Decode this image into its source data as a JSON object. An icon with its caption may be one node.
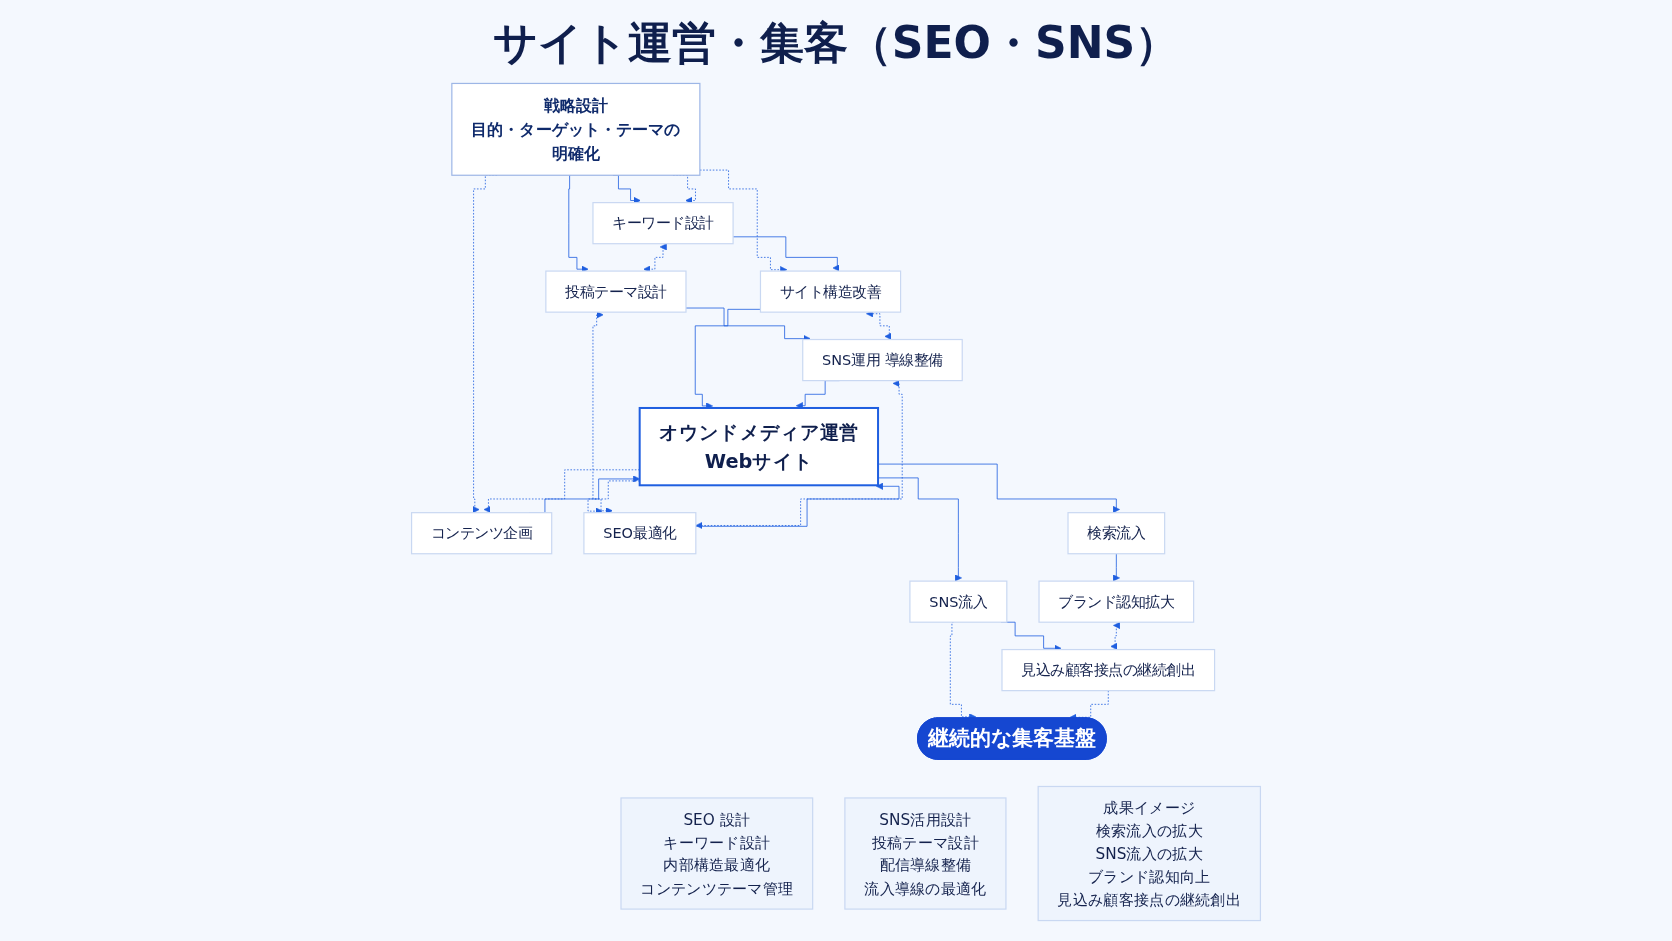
{
  "diagram": {
    "title": "サイト運営・集客（SEO・SNS）",
    "nodes": [
      {
        "text": [
          "戦略設計",
          "目的・ターゲット・テーマの明確化"
        ]
      },
      {
        "text": [
          "コンテンツ企画"
        ]
      },
      {
        "text": [
          "キーワード設計"
        ]
      },
      {
        "text": [
          "サイト構造改善"
        ]
      },
      {
        "text": [
          "投稿テーマ設計"
        ]
      },
      {
        "text": [
          "SNS運用 導線整備"
        ]
      },
      {
        "text": [
          "オウンドメディア運営",
          "Webサイト"
        ]
      },
      {
        "text": [
          "SEO最適化"
        ]
      },
      {
        "text": [
          "検索流入"
        ]
      },
      {
        "text": [
          "ブランド認知拡大"
        ]
      },
      {
        "text": [
          "SNS流入"
        ]
      },
      {
        "text": [
          "見込み顧客接点の継続創出"
        ]
      },
      {
        "text": [
          "継続的な集客基盤"
        ]
      },
      {
        "text": [
          "SEO 設計",
          "キーワード設計",
          "内部構造最適化",
          "コンテンツテーマ管理"
        ]
      },
      {
        "text": [
          "SNS活用設計",
          "投稿テーマ設計",
          "配信導線整備",
          "流入導線の最適化"
        ]
      },
      {
        "text": [
          "成果イメージ",
          "検索流入の拡大",
          "SNS流入の拡大",
          "ブランド認知向上",
          "見込み顧客接点の継続創出"
        ]
      }
    ],
    "edges": [
      {
        "from": 0,
        "to": 2,
        "arrow": "to"
      },
      {
        "from": 0,
        "to": 4,
        "arrow": "to"
      },
      {
        "from": 0,
        "to": 1,
        "arrow": "to",
        "style": "dashed"
      },
      {
        "from": 0,
        "to": 2,
        "arrow": "to",
        "style": "dashed"
      },
      {
        "from": 0,
        "to": 3,
        "arrow": "to",
        "style": "dashed"
      },
      {
        "from": 2,
        "to": 3,
        "arrow": "to"
      },
      {
        "from": 4,
        "to": 5,
        "arrow": "to"
      },
      {
        "from": 2,
        "to": 4,
        "arrow": "both",
        "style": "dashed"
      },
      {
        "from": 3,
        "to": 5,
        "arrow": "both",
        "style": "dashed"
      },
      {
        "from": 3,
        "to": 6,
        "arrow": "to"
      },
      {
        "from": 5,
        "to": 6,
        "arrow": "to"
      },
      {
        "from": 1,
        "to": 6,
        "arrow": "to"
      },
      {
        "from": 6,
        "to": 1,
        "arrow": "to",
        "style": "dashed"
      },
      {
        "from": 7,
        "to": 6,
        "arrow": "to"
      },
      {
        "from": 6,
        "to": 7,
        "arrow": "to",
        "style": "dashed"
      },
      {
        "from": 7,
        "to": 4,
        "arrow": "both",
        "style": "dashed"
      },
      {
        "from": 7,
        "to": 5,
        "arrow": "both",
        "style": "dashed"
      },
      {
        "from": 6,
        "to": 8,
        "arrow": "to"
      },
      {
        "from": 6,
        "to": 10,
        "arrow": "to"
      },
      {
        "from": 8,
        "to": 9,
        "arrow": "to"
      },
      {
        "from": 10,
        "to": 11,
        "arrow": "to"
      },
      {
        "from": 9,
        "to": 11,
        "arrow": "both",
        "style": "dashed"
      },
      {
        "from": 10,
        "to": 12,
        "arrow": "to",
        "style": "dashed"
      },
      {
        "from": 11,
        "to": 12,
        "arrow": "to",
        "style": "dashed"
      }
    ]
  }
}
